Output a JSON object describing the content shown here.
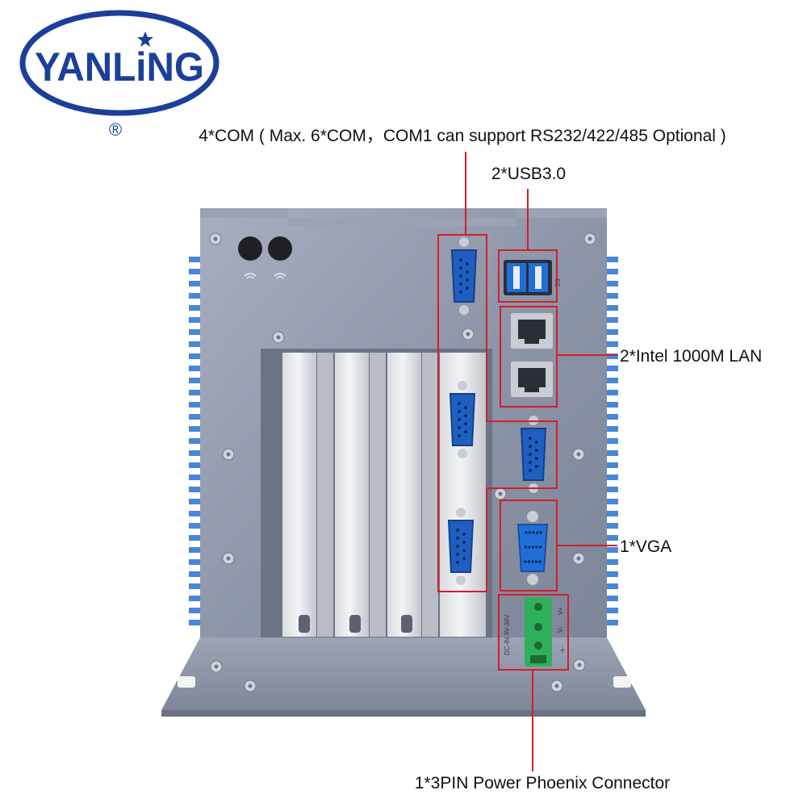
{
  "brand": {
    "logo_text": "YANLiNG",
    "registered_mark": "®"
  },
  "callouts": {
    "com": "4*COM ( Max. 6*COM，COM1 can support RS232/422/485 Optional )",
    "usb": "2*USB3.0",
    "lan": "2*Intel 1000M LAN",
    "vga": "1*VGA",
    "power": "1*3PIN Power Phoenix Connector"
  },
  "port_markings": {
    "power_input": "DC-IN 9V-36V",
    "power_pins": [
      "V+",
      "V-",
      "⏚"
    ]
  },
  "colors": {
    "logo_blue": "#1b3f9a",
    "callout_red": "#d21f2a",
    "chassis_gray": "#8f97a8",
    "fin_blue": "#4a86d6",
    "port_blue": "#1f6fd6",
    "terminal_green": "#2fb05b"
  },
  "icons": [
    "wifi-icon",
    "ground-icon",
    "star-icon"
  ]
}
